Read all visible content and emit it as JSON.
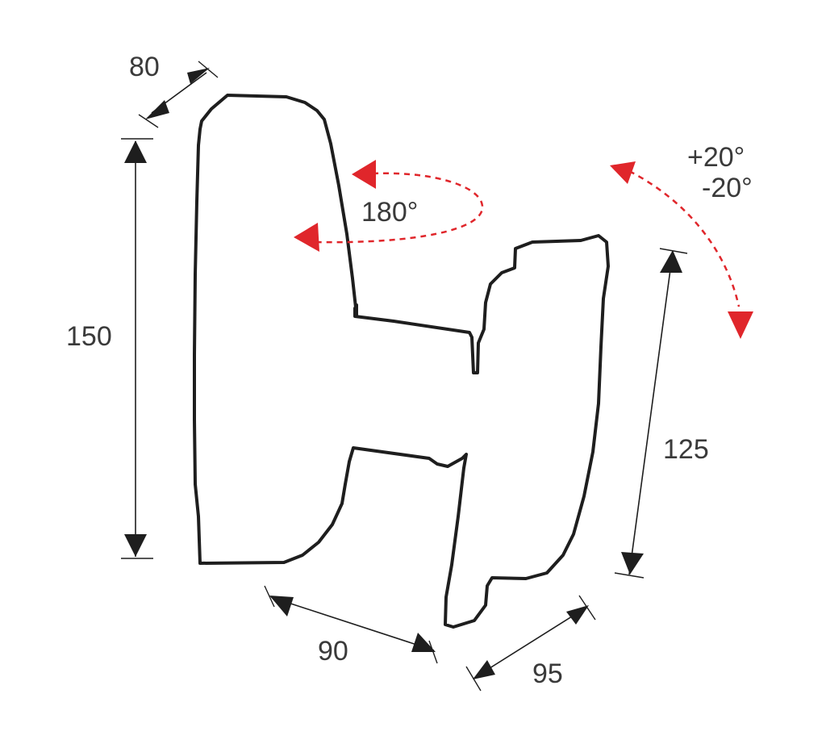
{
  "dimensions": {
    "depth_top": "80",
    "height_left": "150",
    "height_right": "125",
    "width_bottom_left": "90",
    "width_bottom_right": "95"
  },
  "rotation": {
    "swivel": "180°",
    "tilt_plus": "+20°",
    "tilt_minus": "-20°"
  },
  "colors": {
    "outline": "#1e1e1e",
    "rotation_arrows": "#e0262b",
    "label_text": "#3a3a3a"
  }
}
